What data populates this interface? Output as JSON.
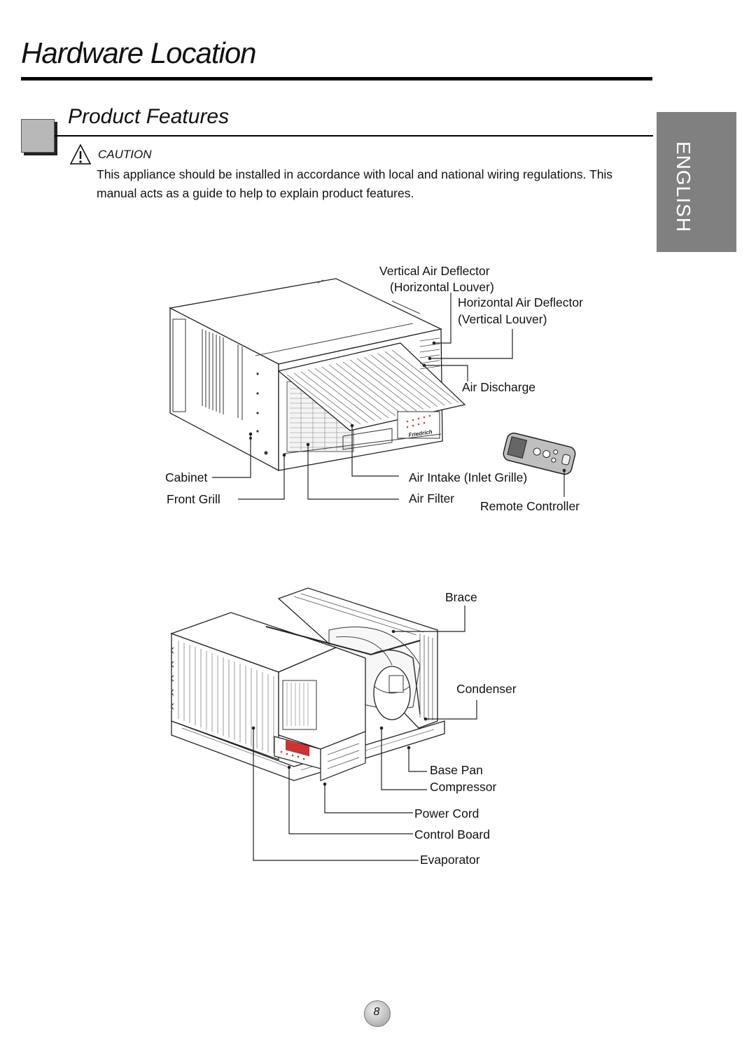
{
  "header": {
    "title": "Hardware Location"
  },
  "section": {
    "title": "Product Features"
  },
  "language_tab": {
    "label": "ENGLISH"
  },
  "caution": {
    "label": "CAUTION",
    "text": "This appliance should be installed in accordance with local and national wiring regulations. This manual acts as a guide to help to explain product features."
  },
  "front_labels": {
    "vertical_deflector_1": "Vertical Air Deflector",
    "vertical_deflector_2": "(Horizontal Louver)",
    "horizontal_deflector_1": "Horizontal Air Deflector",
    "horizontal_deflector_2": "(Vertical Louver)",
    "air_discharge": "Air Discharge",
    "cabinet": "Cabinet",
    "front_grill": "Front Grill",
    "air_intake": "Air Intake (Inlet Grille)",
    "air_filter": "Air Filter",
    "remote": "Remote Controller"
  },
  "internal_labels": {
    "brace": "Brace",
    "condenser": "Condenser",
    "base_pan": "Base Pan",
    "compressor": "Compressor",
    "power_cord": "Power Cord",
    "control_board": "Control Board",
    "evaporator": "Evaporator"
  },
  "brand": "Friedrich",
  "page_number": "8"
}
